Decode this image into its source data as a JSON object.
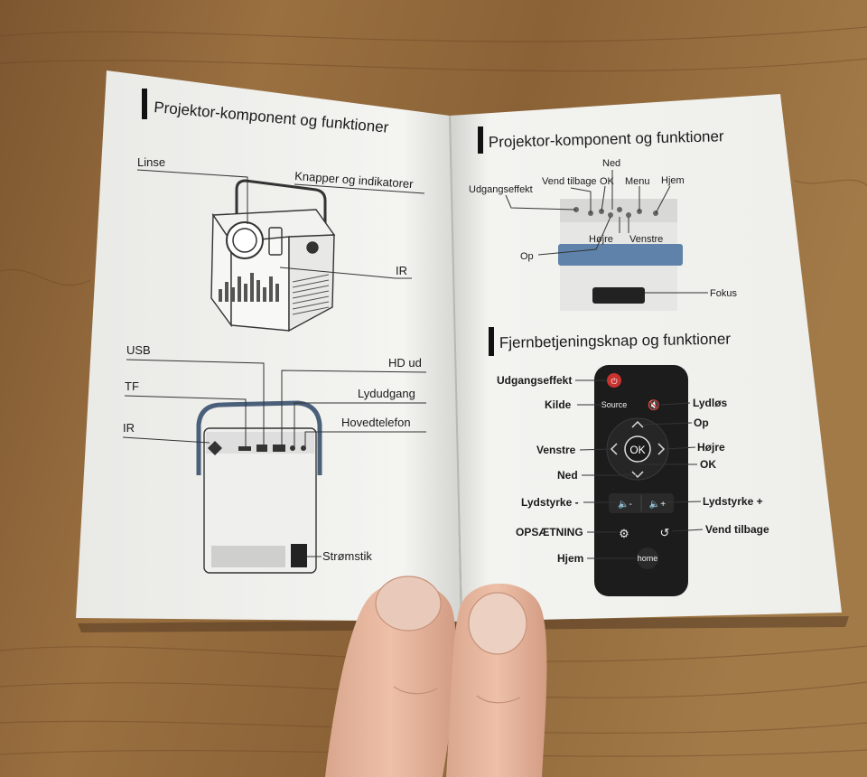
{
  "left_page": {
    "title": "Projektor-komponent og funktioner",
    "top_labels": {
      "lens": "Linse",
      "buttons": "Knapper og indikatorer",
      "ir": "IR"
    },
    "bottom_labels": {
      "usb": "USB",
      "tf": "TF",
      "ir": "IR",
      "hd": "HD ud",
      "audio": "Lydudgang",
      "headphone": "Hovedtelefon",
      "power": "Strømstik"
    }
  },
  "right_page": {
    "title": "Projektor-komponent og funktioner",
    "panel_labels": {
      "power": "Udgangseffekt",
      "back": "Vend tilbage",
      "down": "Ned",
      "ok": "OK",
      "menu": "Menu",
      "home": "Hjem",
      "right": "Højre",
      "left": "Venstre",
      "up": "Op",
      "focus": "Fokus"
    },
    "remote_title": "Fjernbetjeningsknap og funktioner",
    "remote_labels": {
      "power": "Udgangseffekt",
      "source": "Kilde",
      "mute": "Lydløs",
      "up": "Op",
      "left": "Venstre",
      "right": "Højre",
      "ok": "OK",
      "down": "Ned",
      "vol_down": "Lydstyrke -",
      "vol_up": "Lydstyrke +",
      "settings": "OPSÆTNING",
      "back": "Vend tilbage",
      "home": "Hjem"
    },
    "remote_keys": {
      "source": "Source",
      "ok": "OK",
      "home": "home"
    }
  }
}
